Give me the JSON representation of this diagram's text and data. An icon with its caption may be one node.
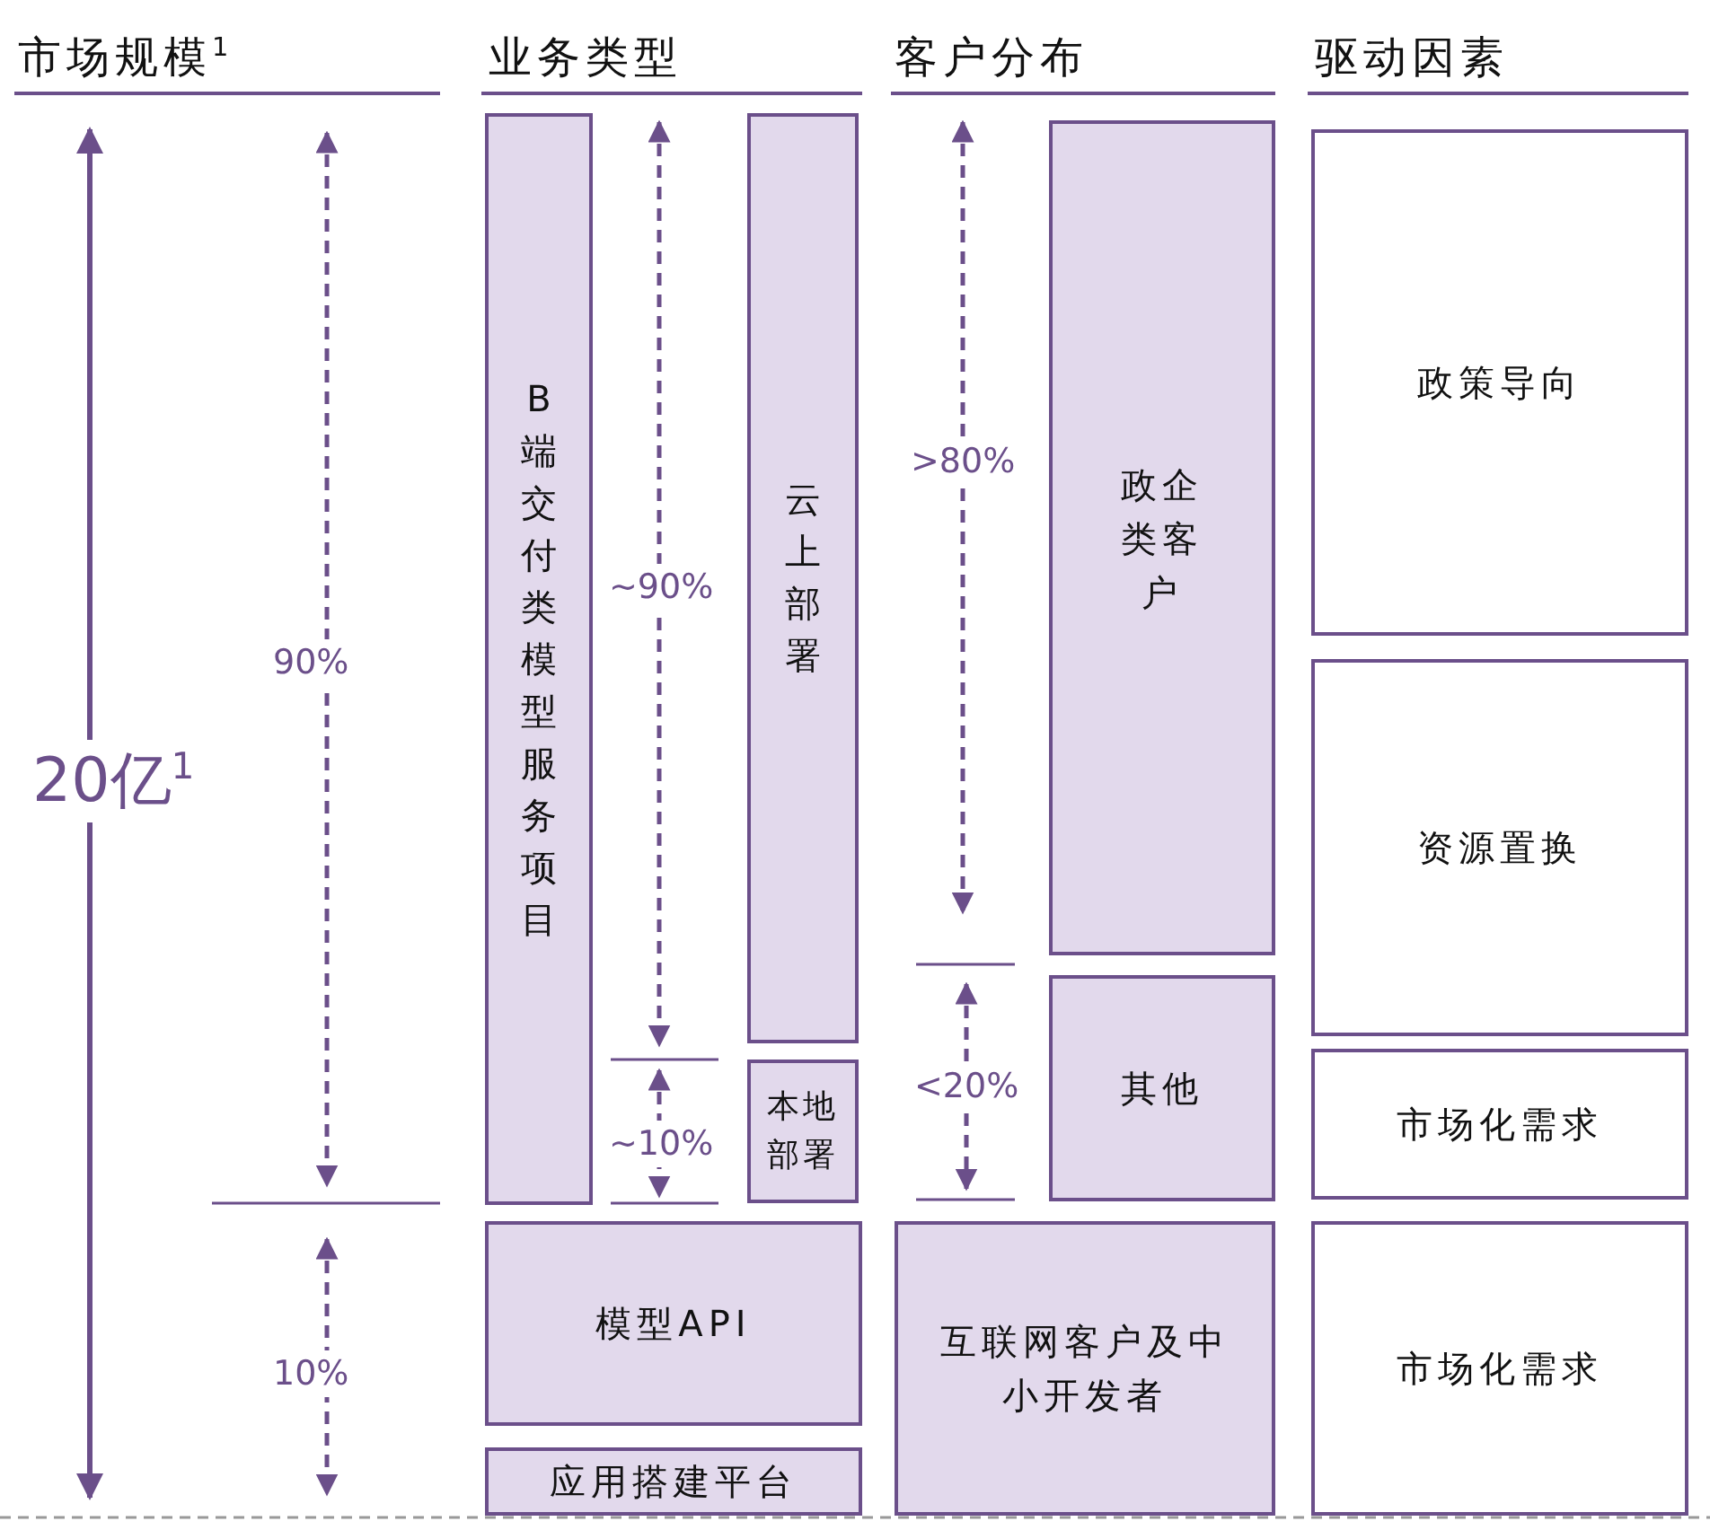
{
  "diagram": {
    "nodes": [
      {
        "text": [
          "B端交付类模型服务项目"
        ]
      },
      {
        "text": [
          "云上部署"
        ]
      },
      {
        "text": [
          "本地部署"
        ]
      },
      {
        "text": [
          "模型API"
        ]
      },
      {
        "text": [
          "应用搭建平台"
        ]
      },
      {
        "text": [
          "政企类客户"
        ]
      },
      {
        "text": [
          "其他"
        ]
      },
      {
        "text": [
          "互联网客户及中小开发者"
        ]
      },
      {
        "text": [
          "政策导向"
        ]
      },
      {
        "text": [
          "资源置换"
        ]
      },
      {
        "text": [
          "市场化需求"
        ]
      },
      {
        "text": [
          "市场化需求"
        ]
      }
    ],
    "edges": [],
    "labels": [
      "市场规模$^{1}$",
      "业务类型",
      "客户分布",
      "驱动因素",
      "20亿$^{1}$",
      "90%",
      "10%",
      "~90%",
      "~10%",
      ">80%",
      "<20%"
    ]
  }
}
